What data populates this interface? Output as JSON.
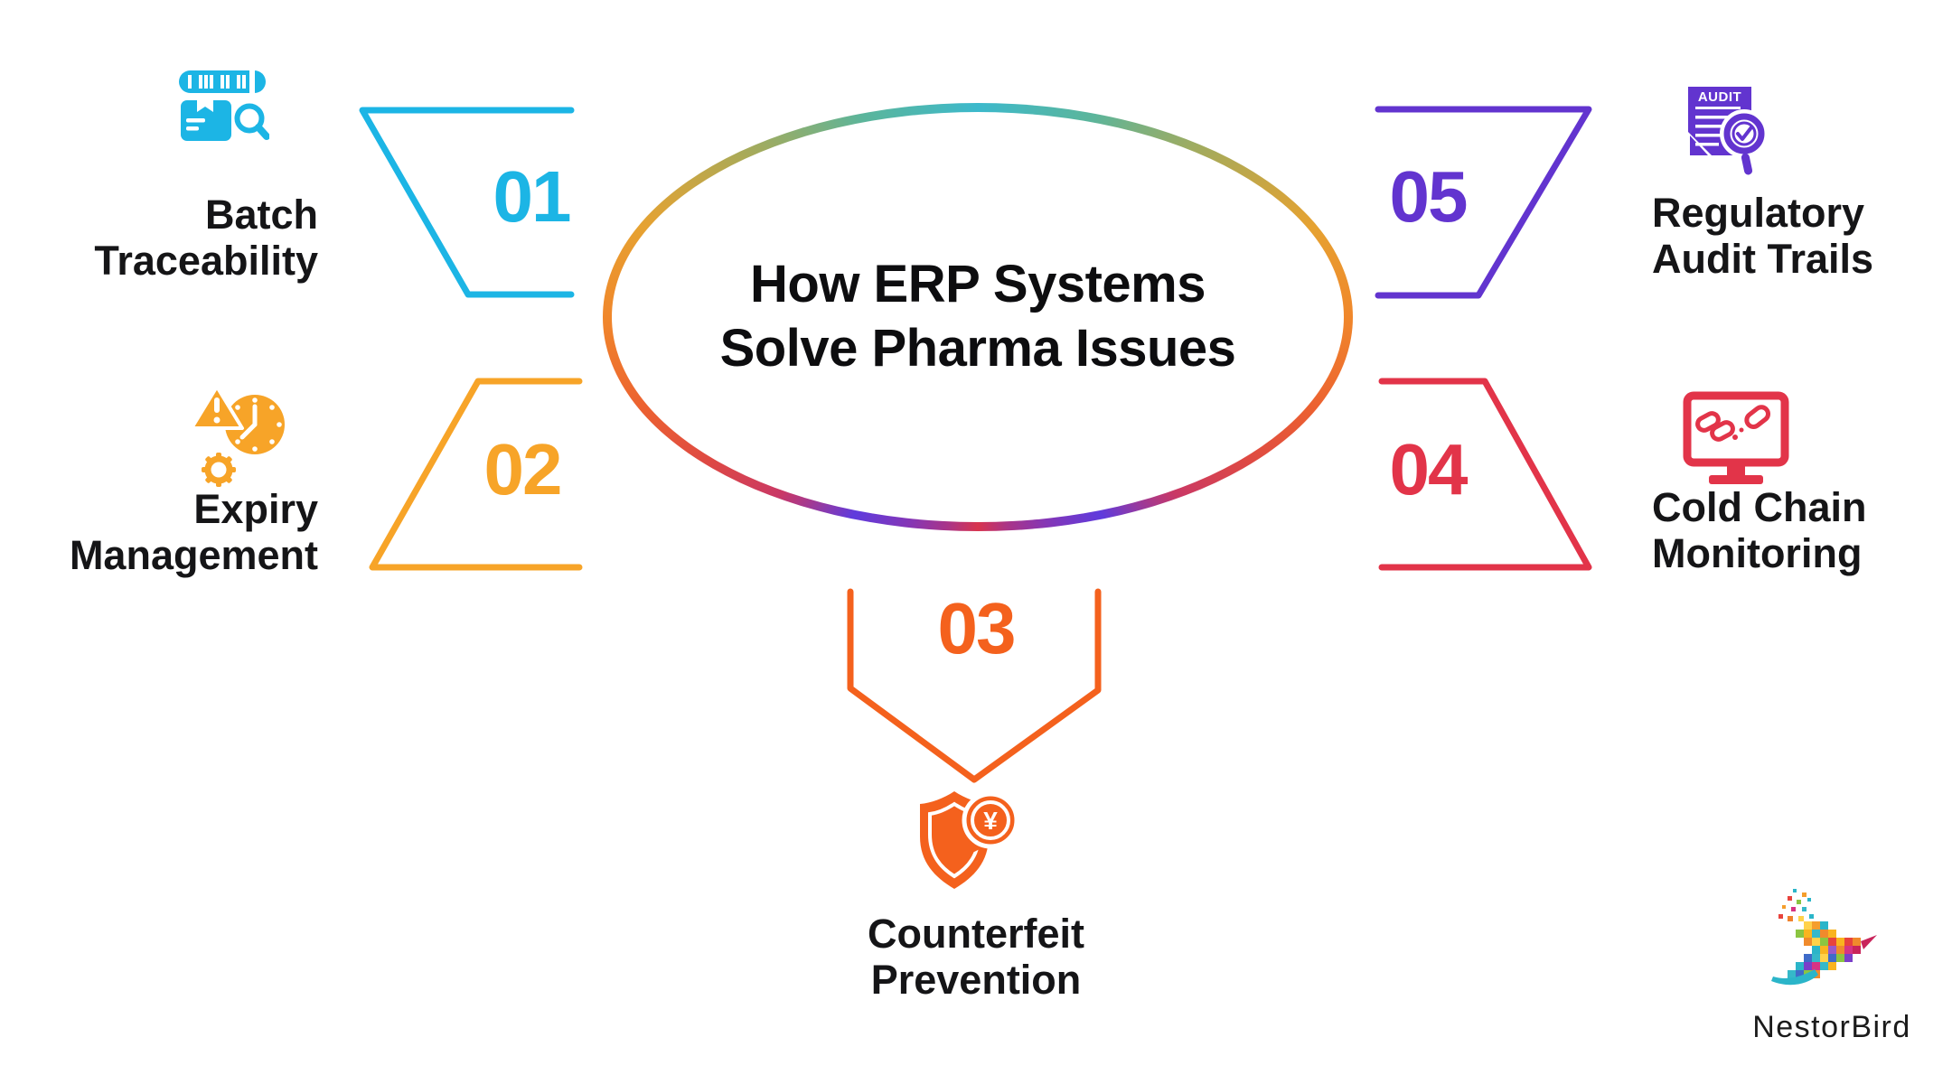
{
  "center": {
    "title_lines": [
      "How ERP Systems",
      "Solve Pharma Issues"
    ],
    "ring_colors": [
      "#3CB9CC 0deg",
      "#5BB59B 30deg",
      "#A9AA58 55deg",
      "#E6A231 75deg",
      "#F0872B 90deg",
      "#EC6130 105deg",
      "#DE4943 118deg",
      "#C93866 132deg",
      "#5F3BDD 148deg",
      "#8636B4 162deg",
      "#AA3487 172deg",
      "#D8344E 180deg",
      "#AA3487 188deg",
      "#8636B4 198deg",
      "#5F3BDD 212deg",
      "#C93866 228deg",
      "#DE4943 242deg",
      "#EC6130 255deg",
      "#F0872B 270deg",
      "#E6A231 285deg",
      "#A9AA58 305deg",
      "#5BB59B 330deg",
      "#3CB9CC 360deg"
    ]
  },
  "items": [
    {
      "number": "01",
      "label_lines": [
        "Batch",
        "Traceability"
      ],
      "color": "#1CB5E5",
      "icon": "batch-traceability-icon"
    },
    {
      "number": "02",
      "label_lines": [
        "Expiry",
        "Management"
      ],
      "color": "#F7A428",
      "icon": "expiry-management-icon"
    },
    {
      "number": "03",
      "label_lines": [
        "Counterfeit",
        "Prevention"
      ],
      "color": "#F4611D",
      "icon": "counterfeit-prevention-icon"
    },
    {
      "number": "04",
      "label_lines": [
        "Cold Chain",
        "Monitoring"
      ],
      "color": "#E23449",
      "icon": "cold-chain-monitoring-icon"
    },
    {
      "number": "05",
      "label_lines": [
        "Regulatory",
        "Audit Trails"
      ],
      "color": "#6234CF",
      "icon": "regulatory-audit-trails-icon"
    }
  ],
  "icon_texts": {
    "audit": "AUDIT",
    "yen": "¥"
  },
  "brand": {
    "name": "NestorBird"
  }
}
